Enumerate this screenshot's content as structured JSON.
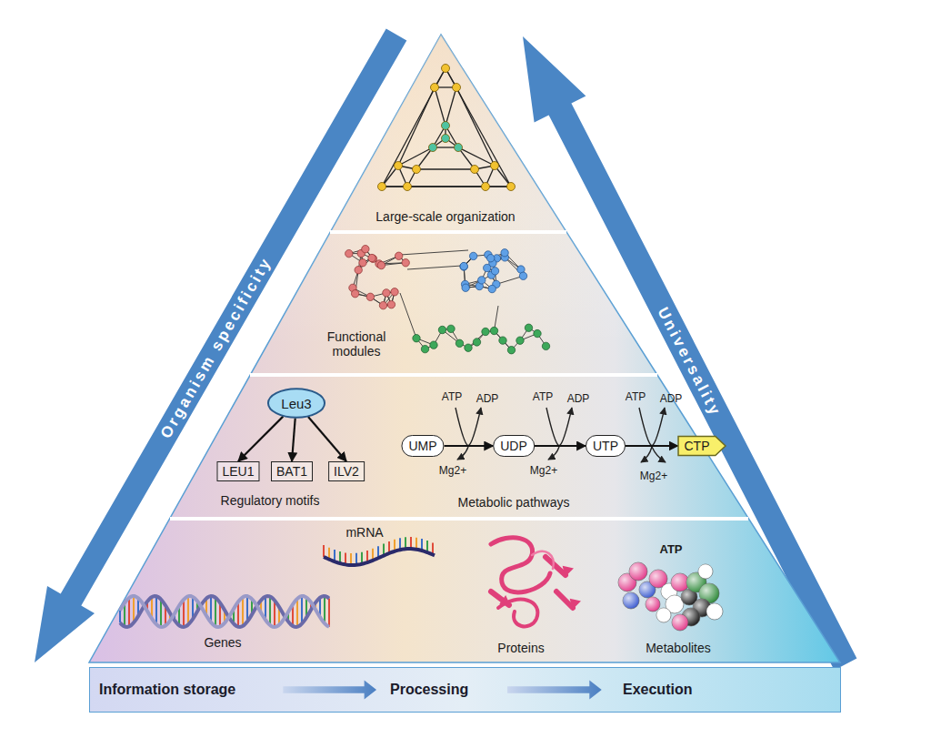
{
  "diagram": {
    "nodes": [
      {
        "text": [
          "Leu3"
        ]
      },
      {
        "text": [
          "LEU1"
        ]
      },
      {
        "text": [
          "BAT1"
        ]
      },
      {
        "text": [
          "ILV2"
        ]
      },
      {
        "text": [
          "UMP"
        ]
      },
      {
        "text": [
          "UDP"
        ]
      },
      {
        "text": [
          "UTP"
        ]
      },
      {
        "text": [
          "CTP"
        ]
      },
      {
        "text": [
          "Information storage",
          "Processing",
          "Execution"
        ]
      }
    ],
    "edges": [
      {
        "from": 0,
        "to": 1,
        "arrow": "to"
      },
      {
        "from": 0,
        "to": 2,
        "arrow": "to"
      },
      {
        "from": 0,
        "to": 3,
        "arrow": "to"
      },
      {
        "from": 4,
        "to": 5,
        "arrow": "to"
      },
      {
        "from": 5,
        "to": 6,
        "arrow": "to"
      },
      {
        "from": 6,
        "to": 7,
        "arrow": "to"
      }
    ],
    "labels": [
      "Large-scale organization",
      "Functional modules",
      "Regulatory motifs",
      "ATP",
      "ADP",
      "ATP",
      "ADP",
      "ATP",
      "ADP",
      "Mg2+",
      "Mg2+",
      "Mg2+",
      "Metabolic pathways",
      "Genes",
      "mRNA",
      "Proteins",
      "ATP",
      "Metabolites",
      "Organism specificity",
      "Universality"
    ]
  }
}
